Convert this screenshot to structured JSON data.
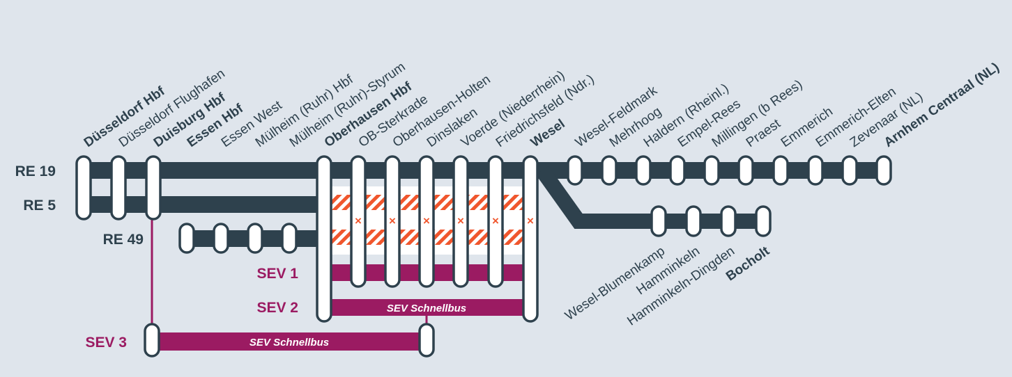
{
  "colors": {
    "background": "#dfe5ec",
    "line": "#2e414d",
    "sev": "#9b1b62",
    "disruption": "#f0562d",
    "station_fill": "#ffffff"
  },
  "lines": {
    "re19": "RE 19",
    "re5": "RE 5",
    "re49": "RE 49",
    "sev1": "SEV 1",
    "sev2": "SEV 2",
    "sev3": "SEV 3"
  },
  "bus_labels": {
    "sev2": "SEV Schnellbus",
    "sev3": "SEV Schnellbus"
  },
  "stations_top": [
    {
      "name": "Düsseldorf Hbf",
      "bold": true
    },
    {
      "name": "Düsseldorf Flughafen",
      "bold": false
    },
    {
      "name": "Duisburg Hbf",
      "bold": true
    },
    {
      "name": "Essen Hbf",
      "bold": true
    },
    {
      "name": "Essen West",
      "bold": false
    },
    {
      "name": "Mülheim (Ruhr) Hbf",
      "bold": false
    },
    {
      "name": "Mülheim (Ruhr)-Styrum",
      "bold": false
    },
    {
      "name": "Oberhausen Hbf",
      "bold": true
    },
    {
      "name": "OB-Sterkrade",
      "bold": false
    },
    {
      "name": "Oberhausen-Holten",
      "bold": false
    },
    {
      "name": "Dinslaken",
      "bold": false
    },
    {
      "name": "Voerde (Niederrhein)",
      "bold": false
    },
    {
      "name": "Friedrichsfeld (Ndr.)",
      "bold": false
    },
    {
      "name": "Wesel",
      "bold": true
    },
    {
      "name": "Wesel-Feldmark",
      "bold": false
    },
    {
      "name": "Mehrhoog",
      "bold": false
    },
    {
      "name": "Haldern (Rheinl.)",
      "bold": false
    },
    {
      "name": "Empel-Rees",
      "bold": false
    },
    {
      "name": "Millingen (b Rees)",
      "bold": false
    },
    {
      "name": "Praest",
      "bold": false
    },
    {
      "name": "Emmerich",
      "bold": false
    },
    {
      "name": "Emmerich-Elten",
      "bold": false
    },
    {
      "name": "Zevenaar (NL)",
      "bold": false
    },
    {
      "name": "Arnhem Centraal (NL)",
      "bold": true
    }
  ],
  "stations_bottom": [
    {
      "name": "Wesel-Blumenkamp",
      "bold": false
    },
    {
      "name": "Hamminkeln",
      "bold": false
    },
    {
      "name": "Hamminkeln-Dingden",
      "bold": false
    },
    {
      "name": "Bocholt",
      "bold": true
    }
  ],
  "closure_marker": "×"
}
